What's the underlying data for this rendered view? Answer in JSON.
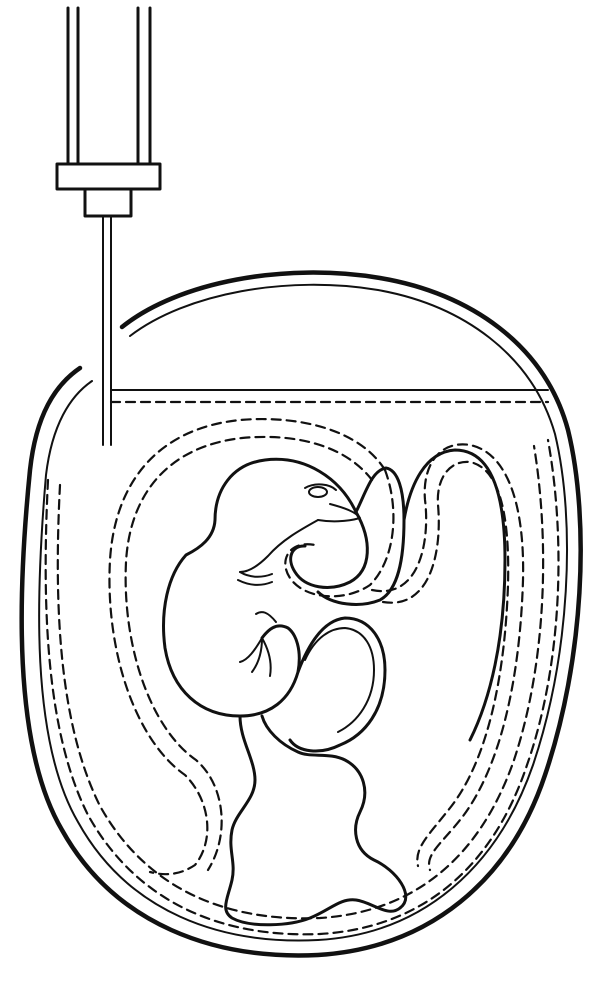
{
  "figure": {
    "colors": {
      "ink": "#111111",
      "background": "#ffffff"
    },
    "parts": [
      "syringe-barrel",
      "syringe-hub",
      "needle",
      "egg-shell",
      "air-cell-membrane",
      "allantoic-membrane",
      "embryo",
      "yolk-sac",
      "albumen"
    ]
  }
}
